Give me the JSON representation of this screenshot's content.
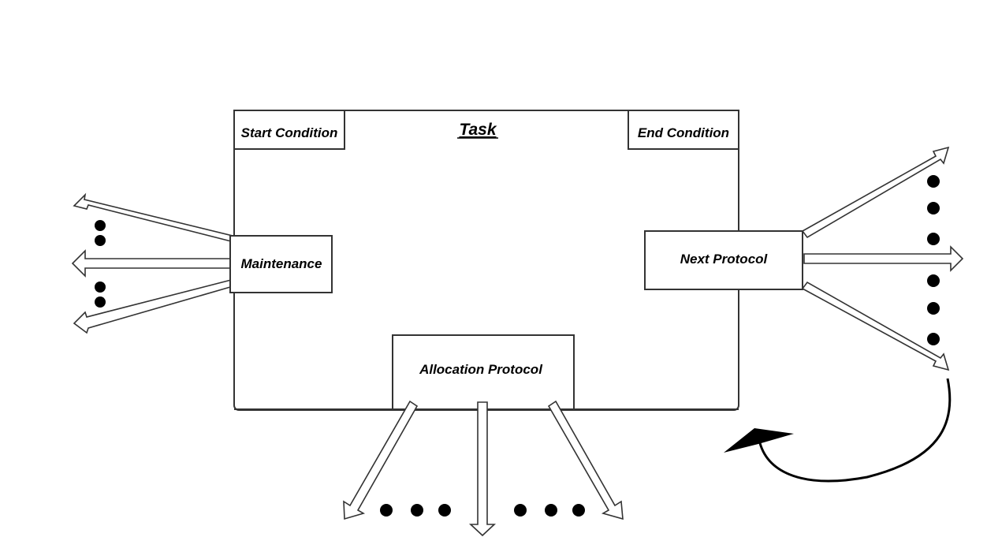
{
  "diagram": {
    "task": {
      "title": "Task"
    },
    "start_condition": {
      "label": "Start Condition"
    },
    "end_condition": {
      "label": "End Condition"
    },
    "maintenance": {
      "label": "Maintenance",
      "outgoing_arrows": 3,
      "ellipsis_groups": 2
    },
    "next_protocol": {
      "label": "Next Protocol",
      "outgoing_arrows": 3,
      "ellipsis_groups": 2
    },
    "allocation_protocol": {
      "label": "Allocation Protocol",
      "outgoing_arrows": 3,
      "ellipsis_groups": 2
    },
    "feedback_loop": {
      "from": "next_protocol",
      "to": "task"
    }
  }
}
